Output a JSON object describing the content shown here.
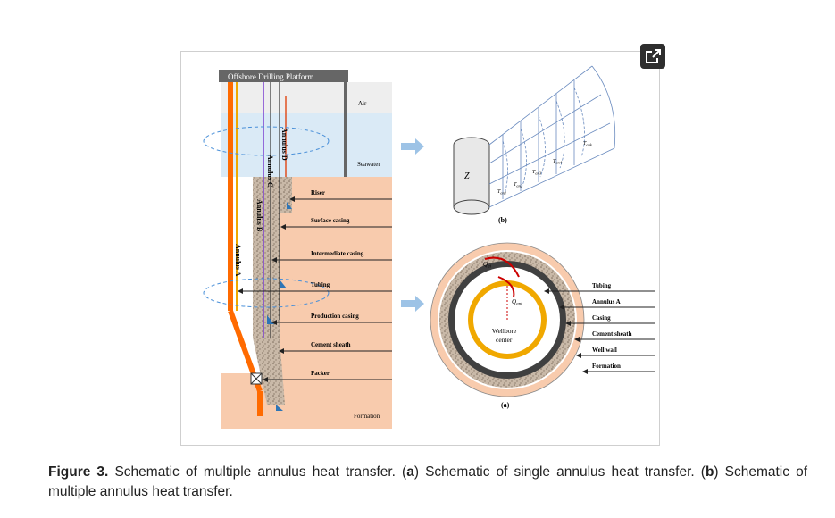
{
  "figure": {
    "platform_label": "Offshore Drilling Platform",
    "zones": {
      "air": "Air",
      "seawater": "Seawater",
      "formation": "Formation"
    },
    "annulus_labels": [
      "Annulus  A",
      "Annulus  B",
      "Annulus  C",
      "Annulus  D"
    ],
    "well_labels": [
      "Riser",
      "Surface casing",
      "Intermediate casing",
      "Tubing",
      "Production casing",
      "Cement sheath",
      "Packer"
    ],
    "panel_b": {
      "axis_label": "Z",
      "temperature_labels": [
        "T_an1",
        "T_an2",
        "T_an3",
        "T_an4",
        "T_ank"
      ],
      "temp_base": "T",
      "temp_subs": [
        "an1",
        "an2",
        "an3",
        "an4",
        "ank"
      ],
      "caption": "(b)"
    },
    "panel_a": {
      "q_label_outer": "Q",
      "q_sub_outer": "ai",
      "q_label_inner": "Q",
      "q_sub_inner": "ani",
      "center_label_line1": "Wellbore",
      "center_label_line2": "center",
      "ring_labels": [
        "Tubing",
        "Annulus A",
        "Casing",
        "Cement sheath",
        "Well wall",
        "Formation"
      ],
      "caption": "(a)"
    },
    "colors": {
      "seawater": "#daeaf6",
      "formation": "#f8cbad",
      "air": "#f2f2f2",
      "tubing_orange": "#ff6a00",
      "tubing_gold": "#f0a800",
      "annulus_purple": "#7b3fd0",
      "cement": "#b8a898",
      "arrow_blue": "#9dc3e6"
    },
    "expand_icon": "expand-icon"
  },
  "caption": {
    "prefix": "Figure 3.",
    "text1": " Schematic of multiple annulus heat transfer. (",
    "a": "a",
    "text2": ") Schematic of single annulus heat transfer. (",
    "b": "b",
    "text3": ") Schematic of multiple annulus heat transfer."
  }
}
